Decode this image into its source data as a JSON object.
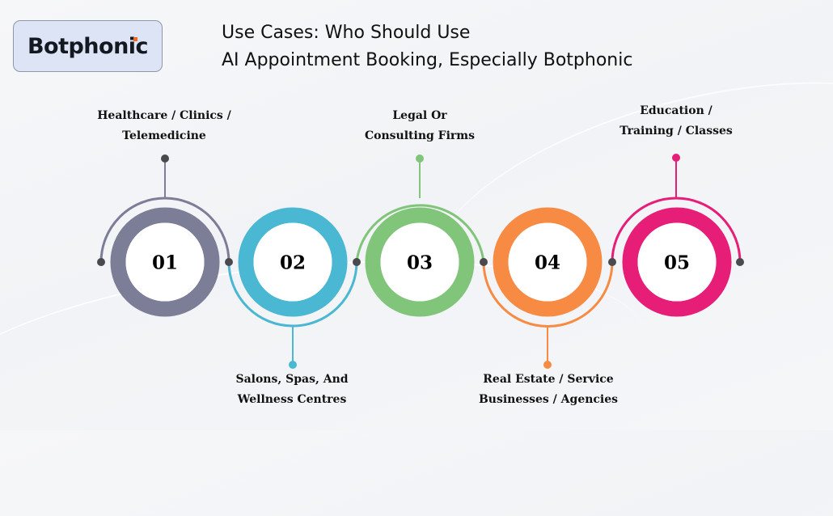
{
  "brand": {
    "name": "Botphonic",
    "accent": "#f26b1d"
  },
  "title": {
    "line1": "Use Cases:  Who Should Use",
    "line2": "AI Appointment Booking, Especially Botphonic"
  },
  "steps": [
    {
      "number": "01",
      "label_line1": "Healthcare / Clinics /",
      "label_line2": "Telemedicine",
      "color": "#7c7d96",
      "label_position": "top"
    },
    {
      "number": "02",
      "label_line1": "Salons, Spas, And",
      "label_line2": "Wellness Centres",
      "color": "#4ab7d3",
      "label_position": "bottom"
    },
    {
      "number": "03",
      "label_line1": "Legal Or",
      "label_line2": "Consulting Firms",
      "color": "#80c57a",
      "label_position": "top"
    },
    {
      "number": "04",
      "label_line1": "Real Estate / Service",
      "label_line2": "Businesses / Agencies",
      "color": "#f78b43",
      "label_position": "bottom"
    },
    {
      "number": "05",
      "label_line1": "Education /",
      "label_line2": "Training / Classes",
      "color": "#e71e78",
      "label_position": "top"
    }
  ],
  "connector_dot_color": "#4a4a4e"
}
